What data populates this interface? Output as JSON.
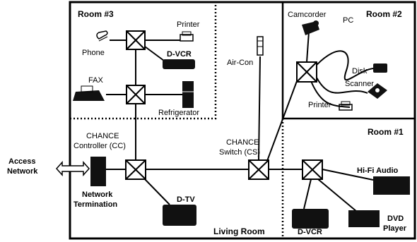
{
  "rooms": {
    "room3": "Room #3",
    "room2": "Room #2",
    "room1": "Room #1",
    "living": "Living Room"
  },
  "external": {
    "access_network": [
      "Access",
      "Network"
    ]
  },
  "controller": {
    "title": "CHANCE",
    "subtitle": "Controller (CC)",
    "termination": [
      "Network",
      "Termination"
    ]
  },
  "switch": {
    "title": "CHANCE",
    "subtitle": "Switch (CS)"
  },
  "devices": {
    "phone": "Phone",
    "printer_r3": "Printer",
    "dvcr_r3": "D-VCR",
    "fax": "FAX",
    "refrigerator": "Refrigerator",
    "aircon": "Air-Con",
    "camcorder": "Camcorder",
    "pc": "PC",
    "disk": "Disk",
    "scanner": "Scanner",
    "printer_r2": "Printer",
    "dtv": "D-TV",
    "hifi": "Hi-Fi Audio",
    "dvcr_r1": "D-VCR",
    "dvd": [
      "DVD",
      "Player"
    ]
  },
  "colors": {
    "line": "#000000",
    "background": "#ffffff",
    "device_fill": "#111111"
  }
}
